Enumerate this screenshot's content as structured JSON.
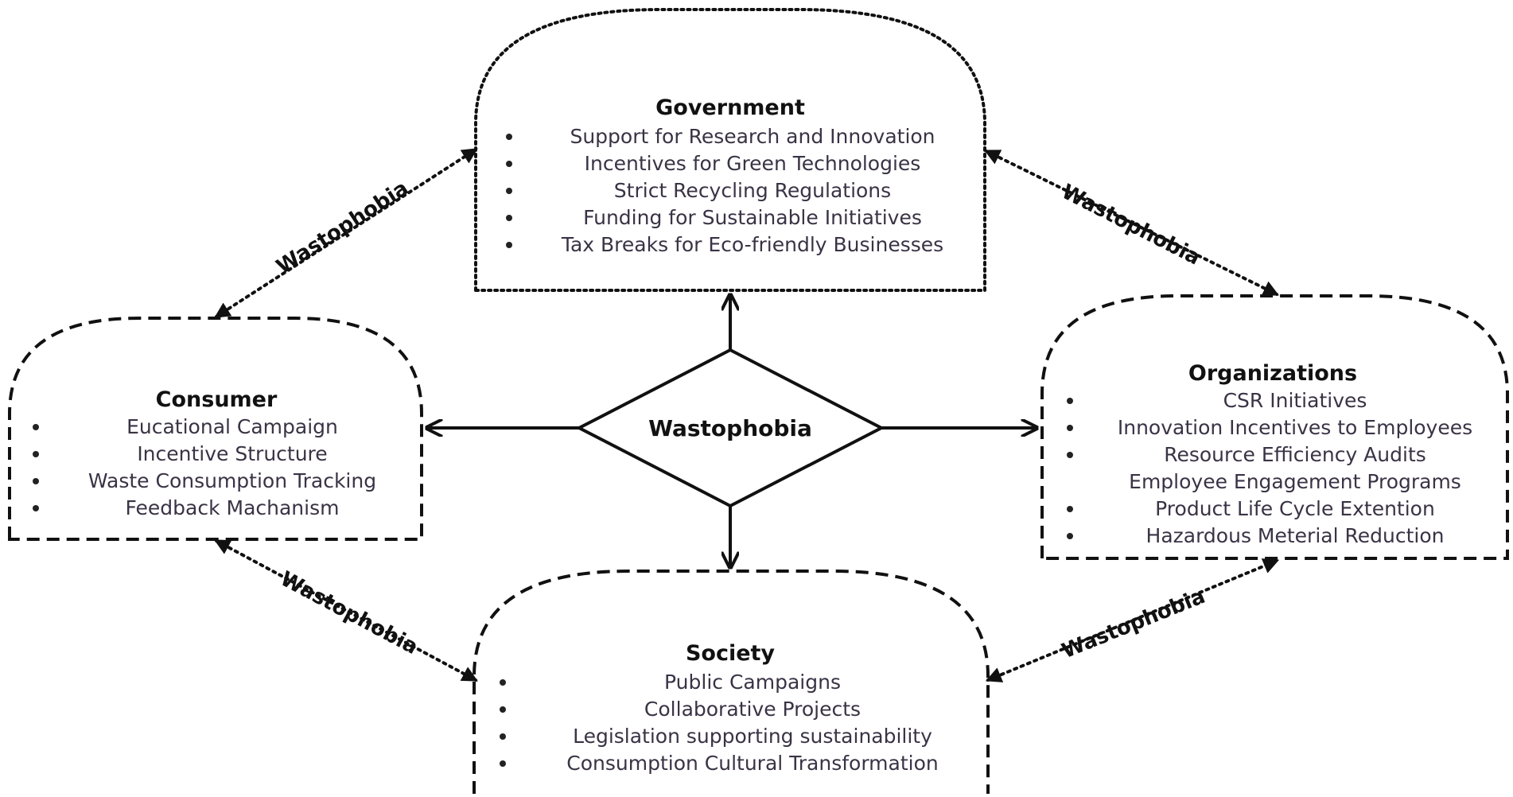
{
  "center": {
    "label": "Wastophobia"
  },
  "nodes": {
    "government": {
      "title": "Government",
      "items": [
        "Support for Research and Innovation",
        "Incentives for Green Technologies",
        "Strict Recycling Regulations",
        "Funding for Sustainable Initiatives",
        "Tax Breaks for Eco-friendly Businesses"
      ]
    },
    "consumer": {
      "title": "Consumer",
      "items": [
        "Eucational Campaign",
        "Incentive Structure",
        "Waste Consumption Tracking",
        "Feedback Machanism"
      ]
    },
    "organizations": {
      "title": "Organizations",
      "items": [
        "CSR Initiatives",
        "Innovation Incentives to Employees",
        "Resource Efficiency Audits",
        "Employee Engagement Programs",
        "Product Life Cycle Extention",
        "Hazardous Meterial Reduction"
      ],
      "bulleted": [
        true,
        true,
        true,
        false,
        true,
        true
      ]
    },
    "society": {
      "title": "Society",
      "items": [
        "Public  Campaigns",
        "Collaborative Projects",
        "Legislation supporting sustainability",
        "Consumption Cultural Transformation"
      ]
    }
  },
  "links": {
    "consumer_government": "Wastophobia",
    "government_organizations": "Wastophobia",
    "consumer_society": "Wastophobia",
    "society_organizations": "Wastophobia"
  }
}
